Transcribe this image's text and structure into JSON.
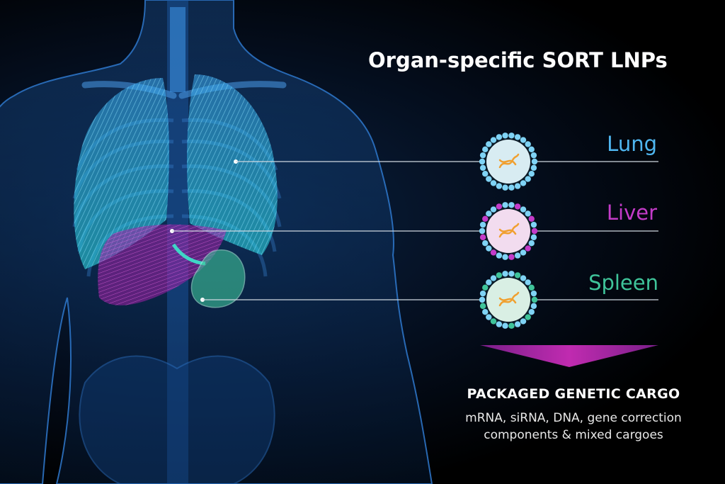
{
  "title": "Organ-specific SORT LNPs",
  "organs": [
    {
      "label": "Lung",
      "color": "#4fb6f0"
    },
    {
      "label": "Liver",
      "color": "#c43bc9"
    },
    {
      "label": "Spleen",
      "color": "#3fc49a"
    }
  ],
  "cargo": {
    "title": "PACKAGED GENETIC CARGO",
    "desc_line1": "mRNA, siRNA, DNA, gene correction",
    "desc_line2": "components & mixed cargoes"
  },
  "colors": {
    "arrow": "#b52aa8",
    "nanoparticle_shell": "#7fd3f5",
    "nanoparticle_core": "#d8ecf2",
    "cargo_strand": "#f0a030"
  },
  "icons": [
    "human-body-xray",
    "lung-organ",
    "liver-organ",
    "spleen-organ",
    "lipid-nanoparticle-icon",
    "down-arrow-icon"
  ]
}
